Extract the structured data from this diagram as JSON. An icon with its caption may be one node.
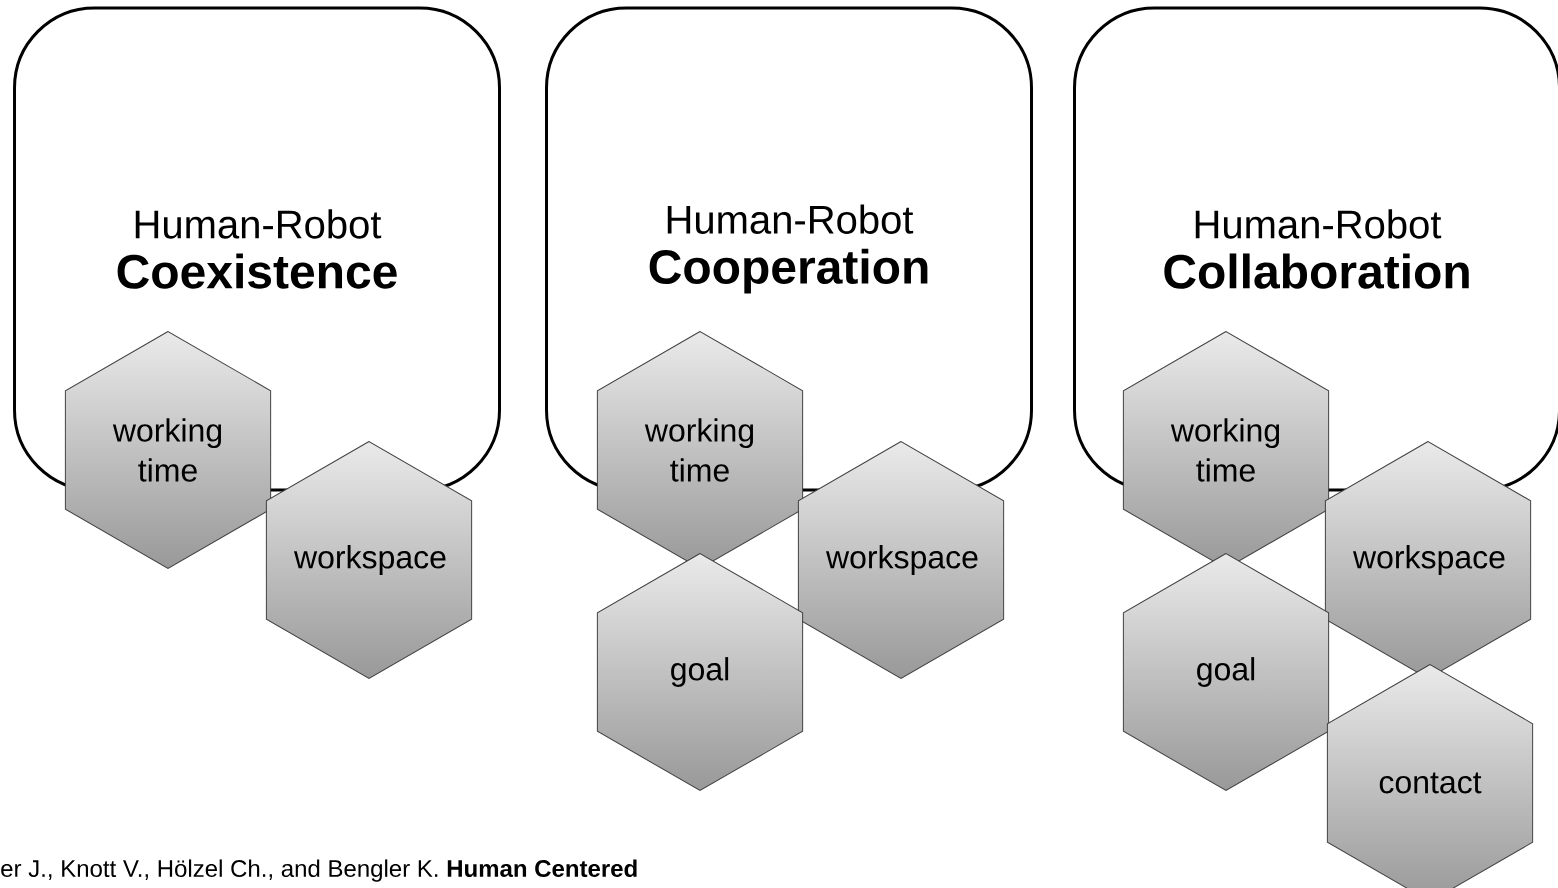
{
  "diagram": {
    "caption": "er J., Knott V., Hölzel Ch., and Bengler K. **Human Centered**",
    "nodes": [
      {
        "text": [
          "Human-Robot",
          "Coexistence"
        ]
      },
      {
        "text": [
          "working time"
        ]
      },
      {
        "text": [
          "workspace"
        ]
      },
      {
        "text": [
          "Human-Robot",
          "Cooperation"
        ]
      },
      {
        "text": [
          "working time"
        ]
      },
      {
        "text": [
          "workspace"
        ]
      },
      {
        "text": [
          "goal"
        ]
      },
      {
        "text": [
          "Human-Robot",
          "Collaboration"
        ]
      },
      {
        "text": [
          "working time"
        ]
      },
      {
        "text": [
          "workspace"
        ]
      },
      {
        "text": [
          "goal"
        ]
      },
      {
        "text": [
          "contact"
        ]
      }
    ]
  }
}
